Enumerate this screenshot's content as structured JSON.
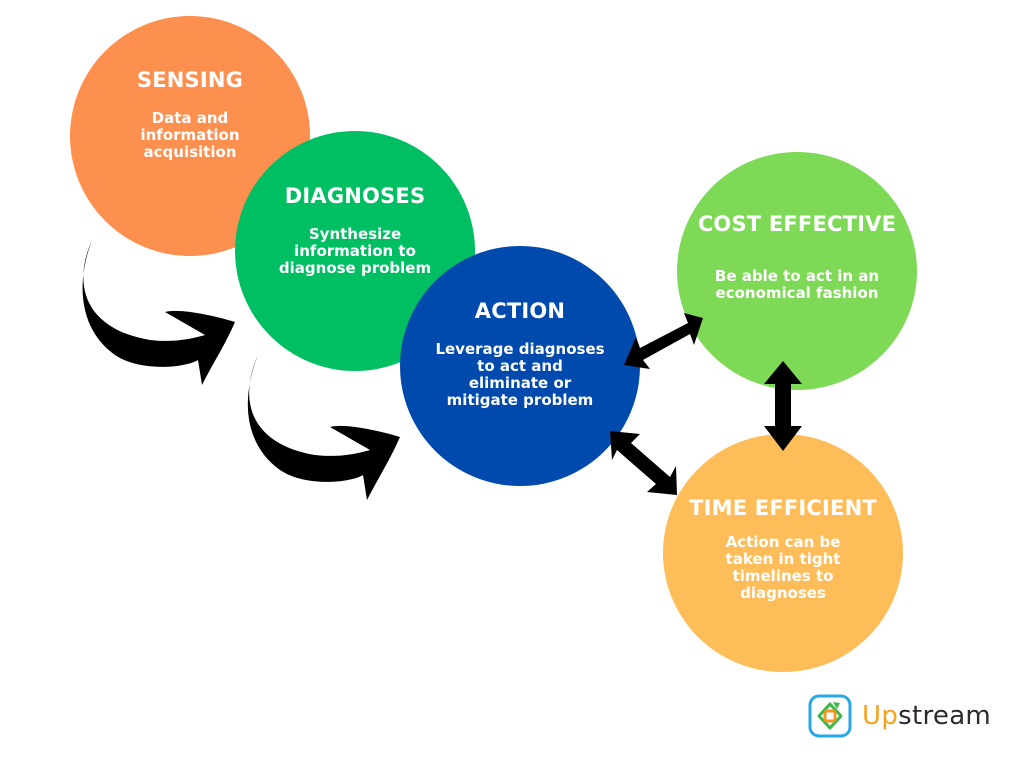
{
  "nodes": {
    "sensing": {
      "title": "SENSING",
      "lines": [
        "Data and",
        "information",
        "acquisition"
      ],
      "color": "#fd8f4f"
    },
    "diagnoses": {
      "title": "DIAGNOSES",
      "lines": [
        "Synthesize",
        "information to",
        "diagnose problem"
      ],
      "color": "#00bf63"
    },
    "action": {
      "title": "ACTION",
      "lines": [
        "Leverage diagnoses",
        "to act and",
        "eliminate or",
        "mitigate problem"
      ],
      "color": "#004aad"
    },
    "cost": {
      "title": "COST EFFECTIVE",
      "lines": [
        "Be able to act in an",
        "economical fashion"
      ],
      "color": "#7ed957"
    },
    "time": {
      "title": "TIME EFFICIENT",
      "lines": [
        "Action can be",
        "taken in tight",
        "timelines to",
        "diagnoses"
      ],
      "color": "#ffbd59"
    }
  },
  "edges": [
    {
      "from": "sensing",
      "to": "diagnoses",
      "type": "curved-arrow"
    },
    {
      "from": "diagnoses",
      "to": "action",
      "type": "curved-arrow"
    },
    {
      "from": "action",
      "to": "cost",
      "type": "double-arrow"
    },
    {
      "from": "cost",
      "to": "time",
      "type": "double-arrow"
    },
    {
      "from": "action",
      "to": "time",
      "type": "double-arrow"
    }
  ],
  "logo": {
    "prefix": "Up",
    "suffix": "stream",
    "icon": "upstream-logo-icon",
    "prefix_color": "#f7a21b",
    "suffix_color": "#2b2b2b"
  }
}
